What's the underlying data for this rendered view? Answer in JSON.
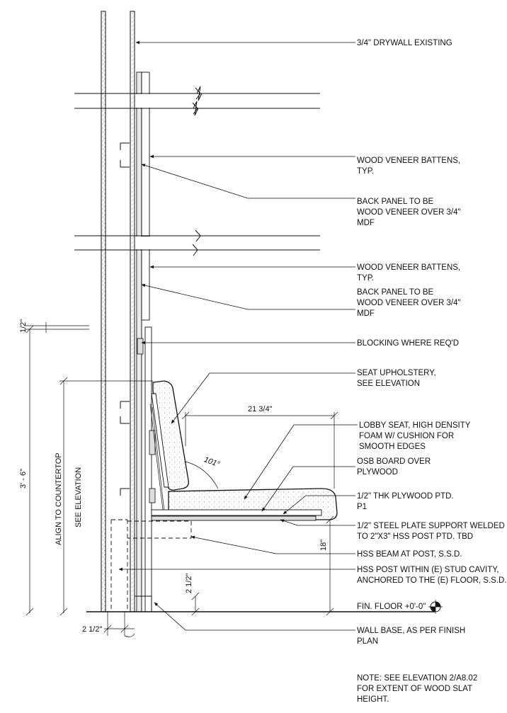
{
  "callouts": [
    {
      "lines": [
        "3/4\" DRYWALL EXISTING"
      ]
    },
    {
      "lines": [
        "WOOD VENEER BATTENS,",
        "TYP."
      ]
    },
    {
      "lines": [
        "BACK PANEL TO BE",
        "WOOD VENEER OVER 3/4\"",
        "MDF"
      ]
    },
    {
      "lines": [
        "WOOD VENEER BATTENS,",
        "TYP."
      ]
    },
    {
      "lines": [
        "BACK PANEL TO BE",
        "WOOD VENEER OVER 3/4\"",
        "MDF"
      ]
    },
    {
      "lines": [
        "BLOCKING WHERE REQ'D"
      ]
    },
    {
      "lines": [
        "SEAT UPHOLSTERY,",
        "SEE ELEVATION"
      ]
    },
    {
      "lines": [
        "LOBBY SEAT, HIGH DENSITY",
        "FOAM W/ CUSHION FOR",
        "SMOOTH EDGES"
      ]
    },
    {
      "lines": [
        "OSB BOARD OVER",
        "PLYWOOD"
      ]
    },
    {
      "lines": [
        "1/2\" THK PLYWOOD PTD.",
        "P1"
      ]
    },
    {
      "lines": [
        "1/2\" STEEL PLATE SUPPORT WELDED",
        "TO 2\"X3\" HSS POST PTD. TBD"
      ]
    },
    {
      "lines": [
        "HSS BEAM AT POST, S.S.D."
      ]
    },
    {
      "lines": [
        "HSS POST WITHIN (E) STUD CAVITY,",
        "ANCHORED TO THE (E) FLOOR, S.S.D."
      ]
    },
    {
      "lines": [
        "WALL BASE, AS PER FINISH",
        "PLAN"
      ]
    }
  ],
  "dimensions": {
    "seat_depth": "21 3/4\"",
    "recline_angle": "101°",
    "seat_height": "18\"",
    "base_height": "2 1/2\"",
    "bottom_offset": "2 1/2\"",
    "overall_height": "3' - 6\"",
    "top_offset": "1/2\"",
    "countertop_line1": "ALIGN TO COUNTERTOP",
    "countertop_line2": "SEE ELEVATION"
  },
  "floor_label": "FIN. FLOOR +0'-0\"",
  "note": {
    "lines": [
      "NOTE: SEE ELEVATION 2/A8.02",
      "FOR EXTENT OF WOOD SLAT",
      "HEIGHT."
    ]
  }
}
